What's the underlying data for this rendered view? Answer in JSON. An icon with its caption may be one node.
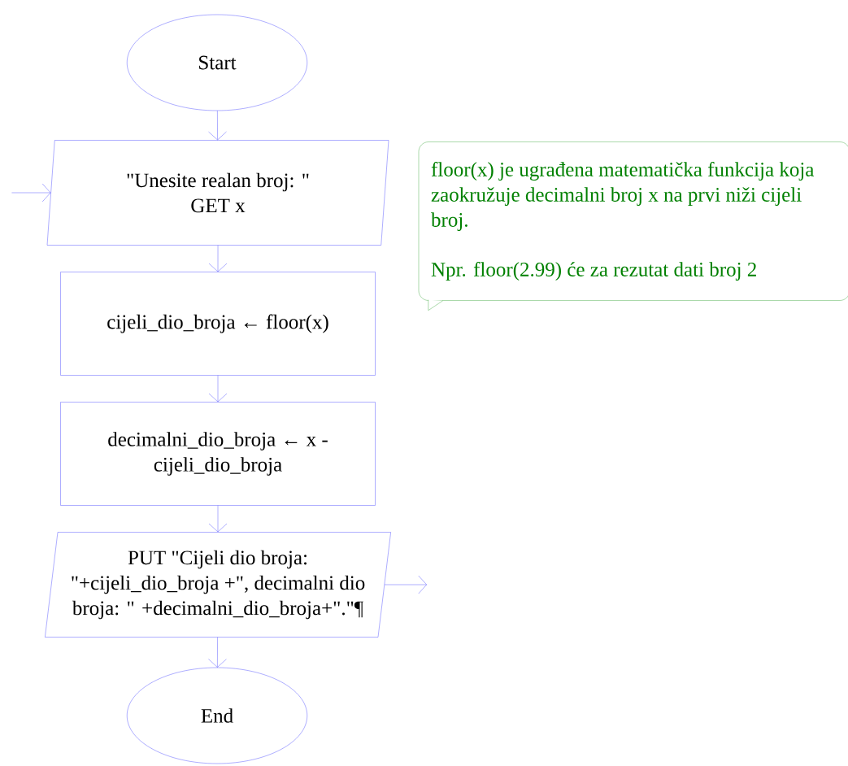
{
  "diagram": {
    "nodes": [
      {
        "text": [
          "Start"
        ]
      },
      {
        "text": [
          "\"Unesite realan broj: \"",
          "GET x"
        ]
      },
      {
        "text": [
          "cijeli_dio_broja ← floor(x)"
        ]
      },
      {
        "text": [
          "decimalni_dio_broja ← x - cijeli_dio_broja"
        ]
      },
      {
        "text": [
          "PUT \"Cijeli dio broja: \"+cijeli_dio_broja +\", decimalni dio broja: \" +decimalni_dio_broja+\".\"¶"
        ]
      },
      {
        "text": [
          "End"
        ]
      },
      {
        "text": [
          "floor(x) je ugrađena matematička funkcija koja zaokružuje decimalni broj x na prvi niži cijeli broj.",
          "Npr. floor(2.99) će za rezutat dati broj 2"
        ]
      }
    ],
    "edges": [
      {
        "from": 0,
        "to": 1,
        "arrow": "to"
      },
      {
        "from": 1,
        "to": 2,
        "arrow": "to"
      },
      {
        "from": 2,
        "to": 3,
        "arrow": "to"
      },
      {
        "from": 3,
        "to": 4,
        "arrow": "to"
      },
      {
        "from": 4,
        "to": 5,
        "arrow": "to"
      },
      {
        "from": null,
        "to": 1,
        "arrow": "to"
      },
      {
        "from": 4,
        "to": null,
        "arrow": "to"
      }
    ]
  }
}
